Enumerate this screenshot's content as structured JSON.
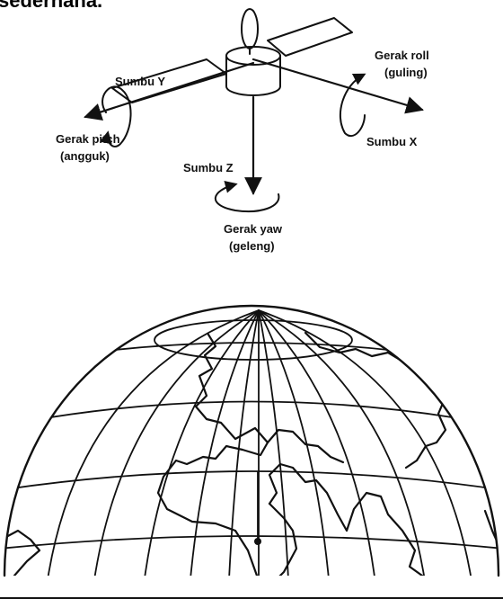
{
  "heading_fragment": "sederhana.",
  "labels": {
    "axis_y": "Sumbu Y",
    "axis_x": "Sumbu X",
    "axis_z": "Sumbu Z",
    "roll_line1": "Gerak roll",
    "roll_line2": "(guling)",
    "pitch_line1": "Gerak pitch",
    "pitch_line2": "(angguk)",
    "yaw_line1": "Gerak yaw",
    "yaw_line2": "(geleng)"
  }
}
